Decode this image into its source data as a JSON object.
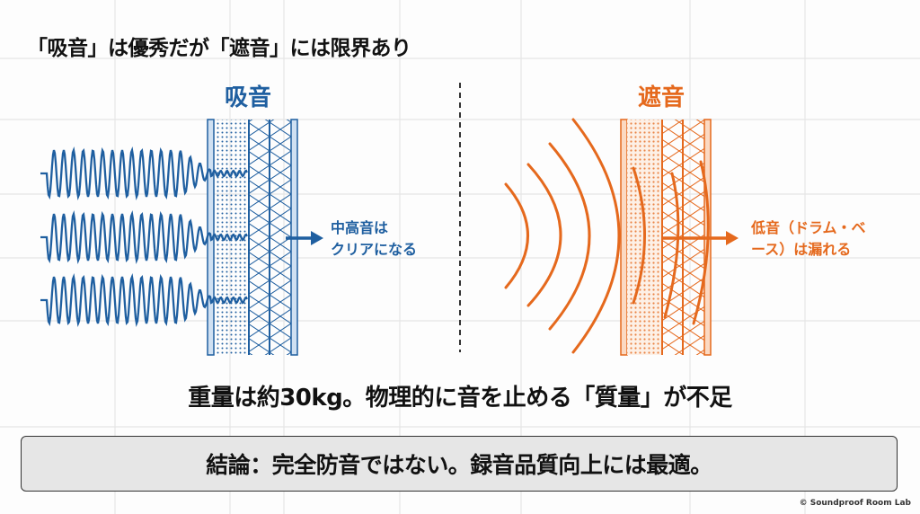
{
  "title": "「吸音」は優秀だが「遮音」には限界あり",
  "panels": {
    "absorption": {
      "label": "吸音",
      "callout_line1": "中高音は",
      "callout_line2": "クリアになる",
      "color": "#1f5fa0",
      "icon": "sine-wave-icon"
    },
    "insulation": {
      "label": "遮音",
      "callout_line1": "低音（ドラム・ベ",
      "callout_line2": "ース）は漏れる",
      "color": "#e5691d",
      "icon": "sound-arc-wave-icon"
    }
  },
  "mass_note": "重量は約30kg。物理的に音を止める「質量」が不足",
  "conclusion": "結論：完全防音ではない。録音品質向上には最適。",
  "credit": "© Soundproof Room Lab",
  "colors": {
    "blue": "#1f5fa0",
    "orange": "#e5691d",
    "grid": "#e4e4e4",
    "box_bg": "#e6e6e6"
  }
}
